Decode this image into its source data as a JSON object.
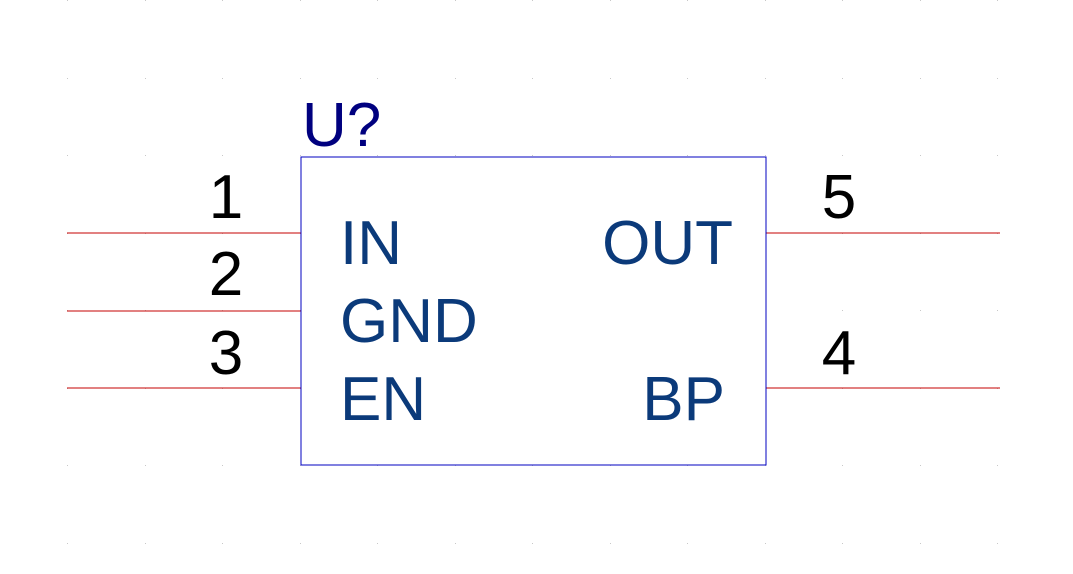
{
  "component": {
    "designator": "U?",
    "pins": [
      {
        "number": "1",
        "name": "IN"
      },
      {
        "number": "2",
        "name": "GND"
      },
      {
        "number": "3",
        "name": "EN"
      },
      {
        "number": "5",
        "name": "OUT"
      },
      {
        "number": "4",
        "name": "BP"
      }
    ]
  },
  "colors": {
    "pin_line": "#c40000",
    "body_outline": "#0000c0",
    "pin_name": "#0b3a7a",
    "designator": "#00007f",
    "pin_number": "#000000",
    "grid": "#c8c8c8"
  }
}
